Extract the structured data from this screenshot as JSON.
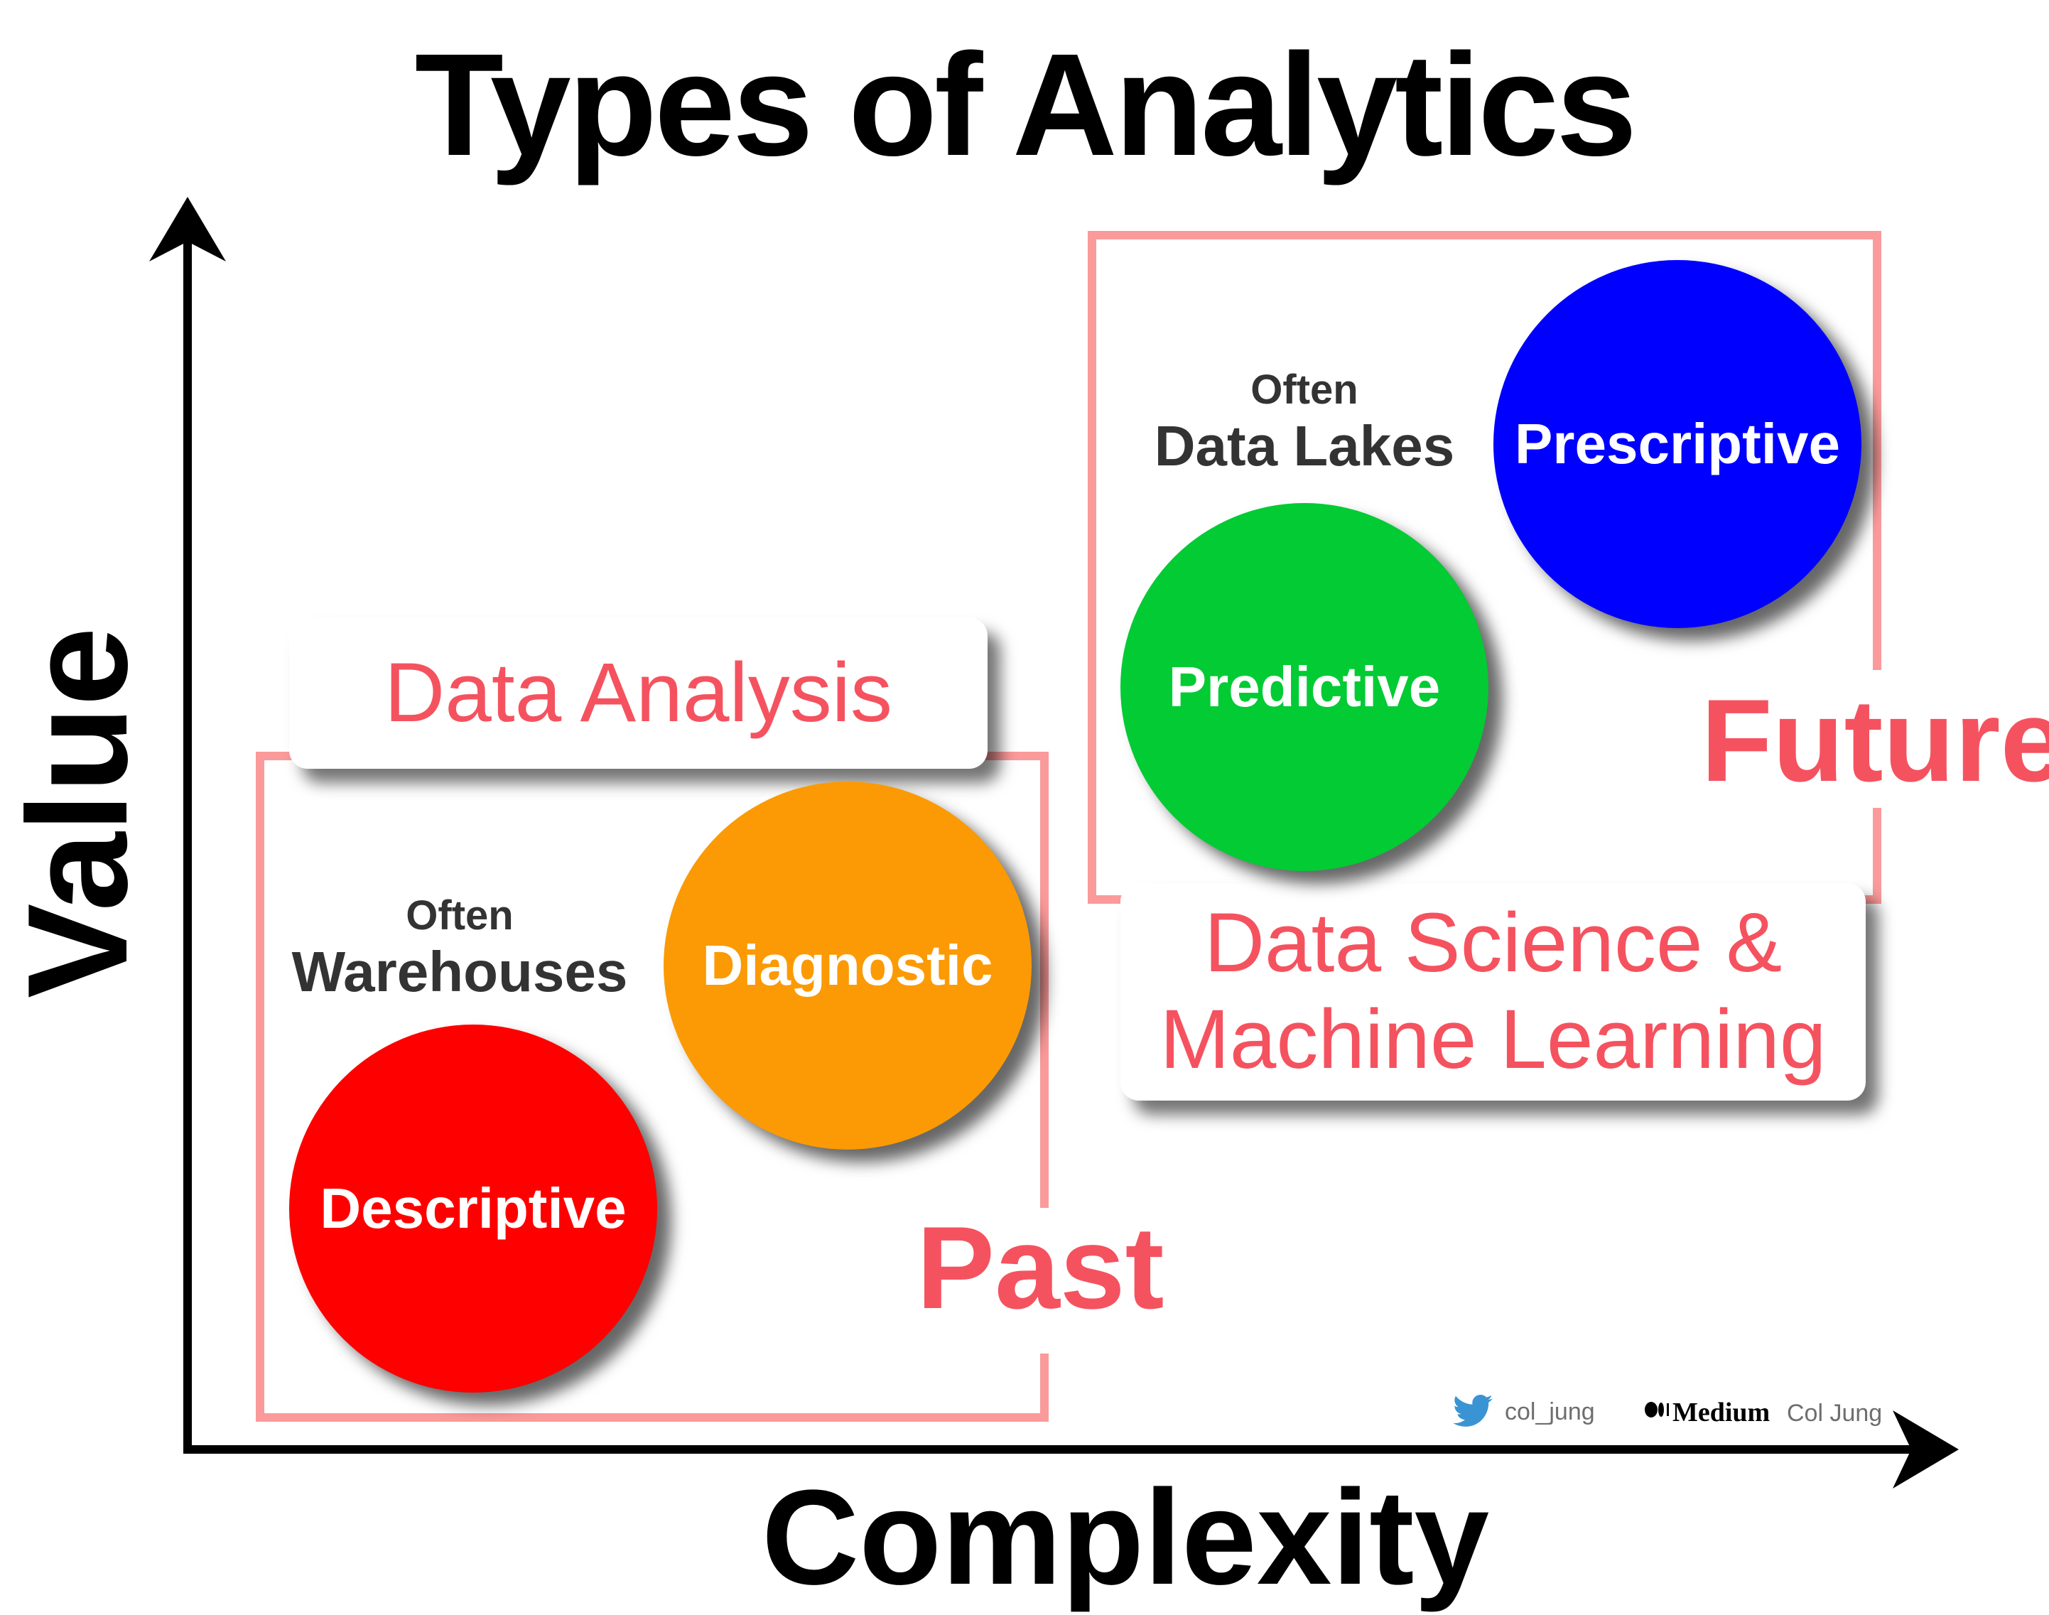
{
  "title": "Types of Analytics",
  "axes": {
    "y_label": "Value",
    "x_label": "Complexity"
  },
  "groups": {
    "past": {
      "label": "Past",
      "card": "Data Analysis",
      "often_prefix": "Often",
      "often_storage": "Warehouses"
    },
    "future": {
      "label": "Future",
      "card_line1": "Data Science &",
      "card_line2": "Machine Learning",
      "often_prefix": "Often",
      "often_storage": "Data Lakes"
    }
  },
  "circles": [
    {
      "label": "Descriptive",
      "color": "#fe0000"
    },
    {
      "label": "Diagnostic",
      "color": "#fb9a04"
    },
    {
      "label": "Predictive",
      "color": "#02cb34"
    },
    {
      "label": "Prescriptive",
      "color": "#0000fe"
    }
  ],
  "credits": {
    "twitter": "col_jung",
    "medium_brand": "Medium",
    "medium_author": "Col Jung"
  },
  "colors": {
    "accent": "#f5525f",
    "box": "#fb9a9a",
    "twitter": "#3a94d4"
  }
}
